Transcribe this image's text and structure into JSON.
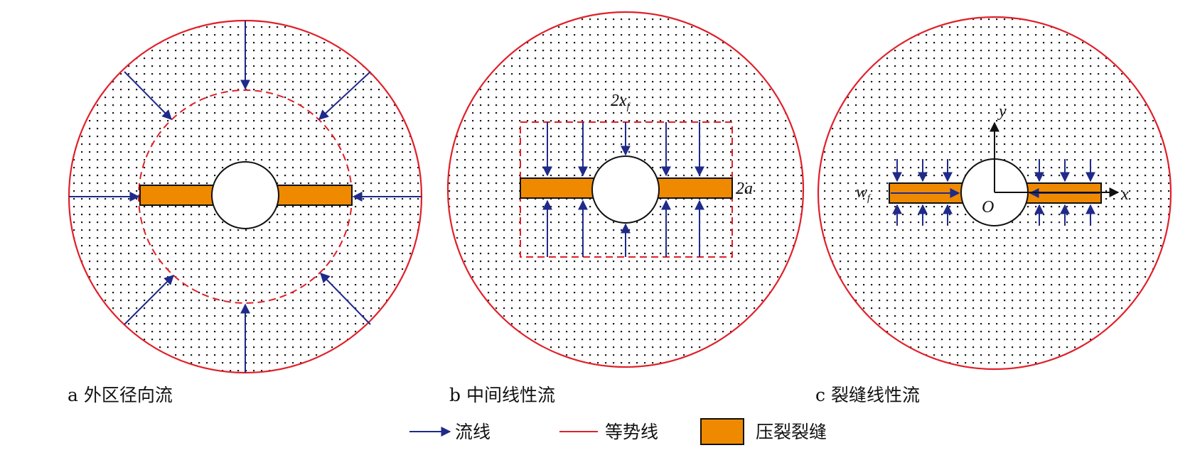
{
  "panels": [
    {
      "caption": "a 外区径向流"
    },
    {
      "caption": "b 中间线性流",
      "labels": {
        "length": "2x",
        "length_sub": "f",
        "width": "2a"
      }
    },
    {
      "caption": "c 裂缝线性流",
      "labels": {
        "y_axis": "y",
        "x_axis": "x",
        "origin": "O",
        "width": "w",
        "width_sub": "f"
      }
    }
  ],
  "legend": {
    "streamline": "流线",
    "equipotential": "等势线",
    "fracture": "压裂裂缝"
  },
  "colors": {
    "streamline": "#1f2a8a",
    "equipotential": "#e0202a",
    "fracture": "#ef8a00",
    "dots": "#1a1a1a"
  }
}
